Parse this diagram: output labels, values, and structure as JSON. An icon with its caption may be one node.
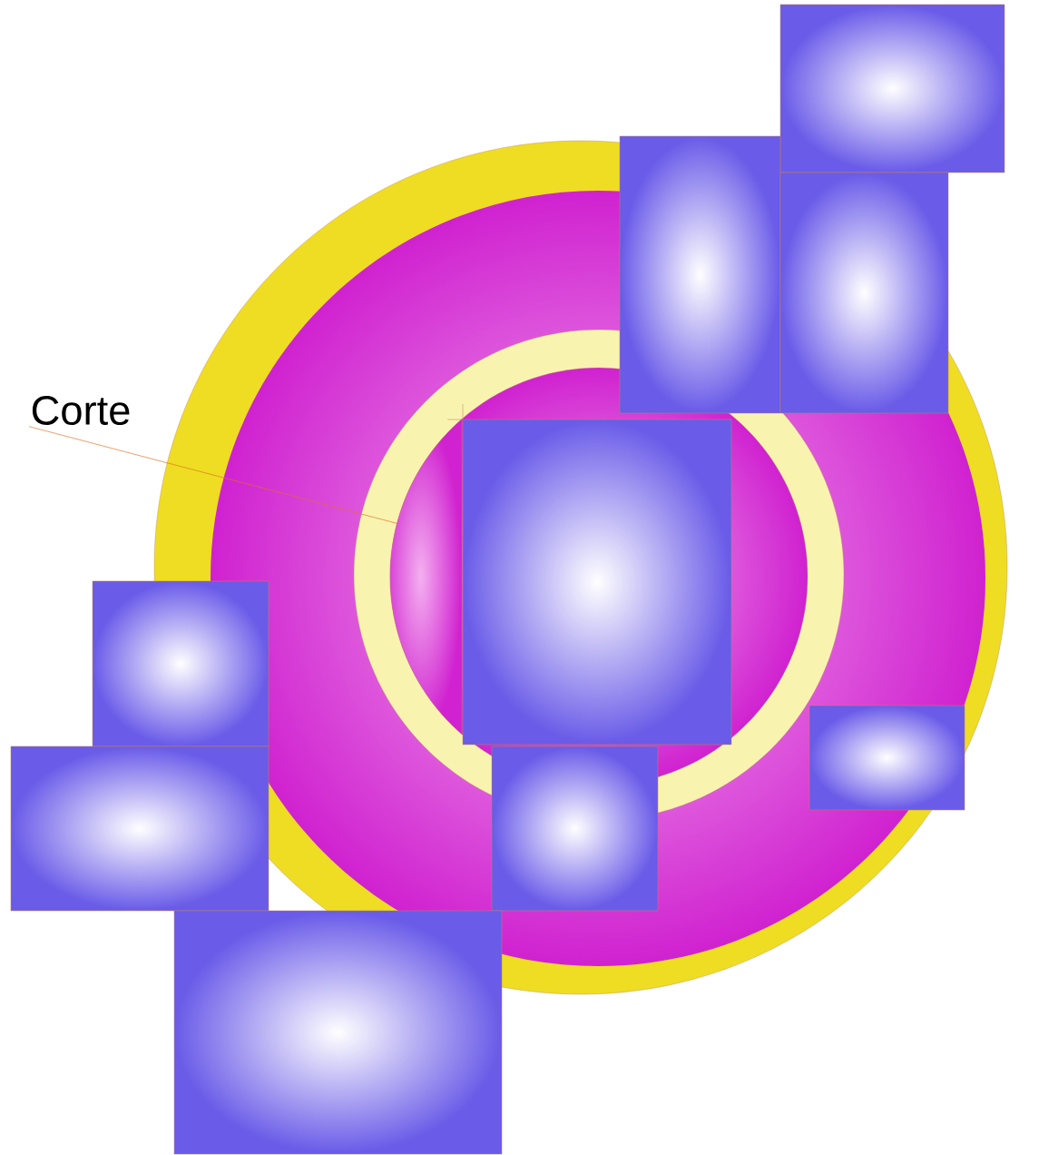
{
  "diagram": {
    "nodes": [
      {
        "text": [
          "Corte"
        ]
      },
      {
        "text": [],
        "shape": "circle"
      }
    ],
    "edges": [
      {
        "from": 0,
        "to": 1,
        "arrow": "none"
      }
    ]
  }
}
